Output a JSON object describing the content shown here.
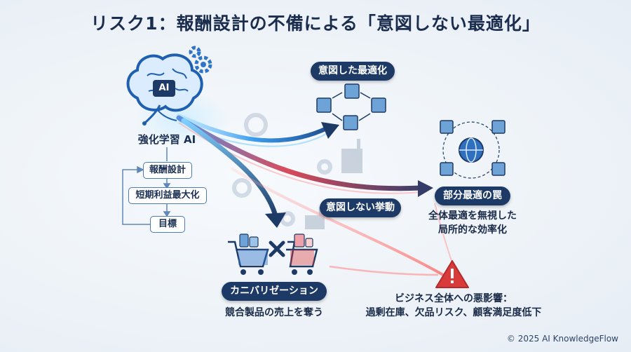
{
  "title": "リスク1：報酬設計の不備による「意図しない最適化」",
  "ai": {
    "badge": "AI",
    "label": "強化学習 AI"
  },
  "flow": {
    "step1": "報酬設計",
    "step2": "短期利益最大化",
    "step3": "目標"
  },
  "intended": {
    "label": "意図した最適化"
  },
  "unintended": {
    "label": "意図しない挙動"
  },
  "partial": {
    "label": "部分最適の罠",
    "desc_line1": "全体最適を無視した",
    "desc_line2": "局所的な効率化"
  },
  "cannibal": {
    "label": "カニバリゼーション",
    "desc": "競合製品の売上を奪う"
  },
  "impact": {
    "line1": "ビジネス全体への悪影響：",
    "line2": "過剰在庫、欠品リスク、顧客満足度低下"
  },
  "copyright": "© 2025 AI KnowledgeFlow",
  "colors": {
    "navy": "#1d3a66",
    "accent_blue": "#2f8ae0",
    "warning_red": "#d93b3b",
    "box_blue": "#6ea3d8"
  }
}
